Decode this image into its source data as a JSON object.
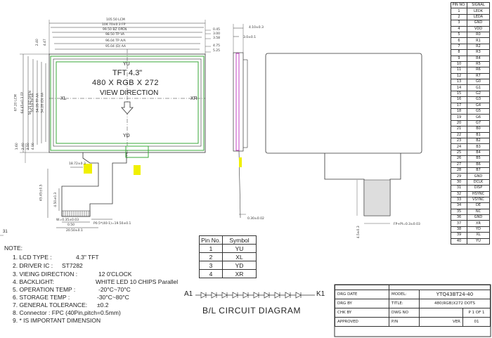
{
  "front_view": {
    "title_line1": "TFT 4.3\"",
    "title_line2": "480 X RGB X 272",
    "title_line3": "VIEW DIRECTION",
    "dir_yu": "YU",
    "dir_yd": "YD",
    "dir_xl": "XL",
    "dir_xr": "XR",
    "dims_top": [
      "105.50 LCM",
      "104.70±0.3 FP",
      "99.50 BZ OPEN",
      "98.50 TP VA",
      "96.04 TP A/A",
      "95.04 (D) AA"
    ],
    "dims_right": [
      "0.45",
      "3.00",
      "3.58",
      "4.75",
      "5.25"
    ],
    "dims_left": [
      "2.40",
      "4.47"
    ],
    "dims_vertical": [
      "67.20 LCM",
      "64.45±0.3 FP",
      "56.15 BZ OPEN",
      "55.19 TP VA",
      "54.95 TP AA",
      "54.28 (D) AA"
    ],
    "dims_lower_left": [
      "1.60",
      "2.40",
      "3.50",
      "4.00"
    ],
    "dims_fpc": [
      "18.72±0.3",
      "45.45±0.5",
      "4.50±0.3",
      "W=0.35±0.03",
      "0.50",
      "20.50±0.1",
      "P0.5*(40-1)=19.50±0.1"
    ],
    "page_number": "31"
  },
  "side_view": {
    "dims": [
      "4.10±0.3",
      "3.0±0.1",
      "0.30±0.02"
    ]
  },
  "back_view": {
    "dims": [
      "FP+PI=0.3±0.03",
      "4.5±0.3"
    ]
  },
  "notes": {
    "heading": "NOTE:",
    "items": [
      {
        "label": "1. LCD TYPE :",
        "value": "4.3\"  TFT"
      },
      {
        "label": "2. DRIVER IC :",
        "value": "ST7282"
      },
      {
        "label": "3. VIEING DIRECTION :",
        "value": "12  0'CLOCK"
      },
      {
        "label": "4. BACKLIGHT:",
        "value": "WHITE LED 10 CHIPS Parallel"
      },
      {
        "label": "5. OPERATION TEMP :",
        "value": "-20°C~70°C"
      },
      {
        "label": "6. STORAGE TEMP :",
        "value": "-30°C~80°C"
      },
      {
        "label": "7. GENERAL TOLERANCE:",
        "value": "±0.2"
      },
      {
        "label": "8. Connector : FPC (40Pin,pitch=0.5mm)",
        "value": ""
      },
      {
        "label": "9. * IS IMPORTANT DIMENSION",
        "value": ""
      }
    ]
  },
  "touch_pins": {
    "headers": [
      "Pin No.",
      "Symbol"
    ],
    "rows": [
      [
        "1",
        "YU"
      ],
      [
        "2",
        "XL"
      ],
      [
        "3",
        "YD"
      ],
      [
        "4",
        "XR"
      ]
    ]
  },
  "circuit": {
    "a1": "A1",
    "k1": "K1",
    "title": "B/L CIRCUIT DIAGRAM"
  },
  "pin_table": {
    "headers": [
      "PIN NO.",
      "SIGNAL"
    ],
    "rows": [
      [
        "1",
        "LEDK"
      ],
      [
        "2",
        "LEDA"
      ],
      [
        "3",
        "GND"
      ],
      [
        "4",
        "VDD"
      ],
      [
        "5",
        "R0"
      ],
      [
        "6",
        "R1"
      ],
      [
        "7",
        "R2"
      ],
      [
        "8",
        "R3"
      ],
      [
        "9",
        "R4"
      ],
      [
        "10",
        "R5"
      ],
      [
        "11",
        "R6"
      ],
      [
        "12",
        "R7"
      ],
      [
        "13",
        "G0"
      ],
      [
        "14",
        "G1"
      ],
      [
        "15",
        "G2"
      ],
      [
        "16",
        "G3"
      ],
      [
        "17",
        "G4"
      ],
      [
        "18",
        "G5"
      ],
      [
        "19",
        "G6"
      ],
      [
        "20",
        "G7"
      ],
      [
        "21",
        "B0"
      ],
      [
        "22",
        "B1"
      ],
      [
        "23",
        "B2"
      ],
      [
        "24",
        "B3"
      ],
      [
        "25",
        "B4"
      ],
      [
        "26",
        "B5"
      ],
      [
        "27",
        "B6"
      ],
      [
        "28",
        "B7"
      ],
      [
        "29",
        "GND"
      ],
      [
        "30",
        "DCLK"
      ],
      [
        "31",
        "DISP"
      ],
      [
        "32",
        "HSYNC"
      ],
      [
        "33",
        "VSYNC"
      ],
      [
        "34",
        "DE"
      ],
      [
        "35",
        "NC"
      ],
      [
        "36",
        "GND"
      ],
      [
        "37",
        "XR"
      ],
      [
        "38",
        "YD"
      ],
      [
        "39",
        "XL"
      ],
      [
        "40",
        "YU"
      ]
    ]
  },
  "title_block": {
    "drg_date": "DRG DATE",
    "drg_by": "DRG BY",
    "chk_by": "CHK BY",
    "approved": "APPROVED",
    "model_label": "MODEL:",
    "model_value": "YTQ43BT24-40",
    "title_label": "TITLE:",
    "title_value": "480(RGB)X272 DOTS",
    "dwg_no_label": "DWG NO",
    "pn_label": "P/N",
    "page": "P 1 OF 1",
    "ver_label": "VER",
    "ver_value": "01"
  },
  "colors": {
    "line": "#333333",
    "green": "#3aa83a",
    "magenta": "#c040c0",
    "yellow": "#f0f000"
  }
}
